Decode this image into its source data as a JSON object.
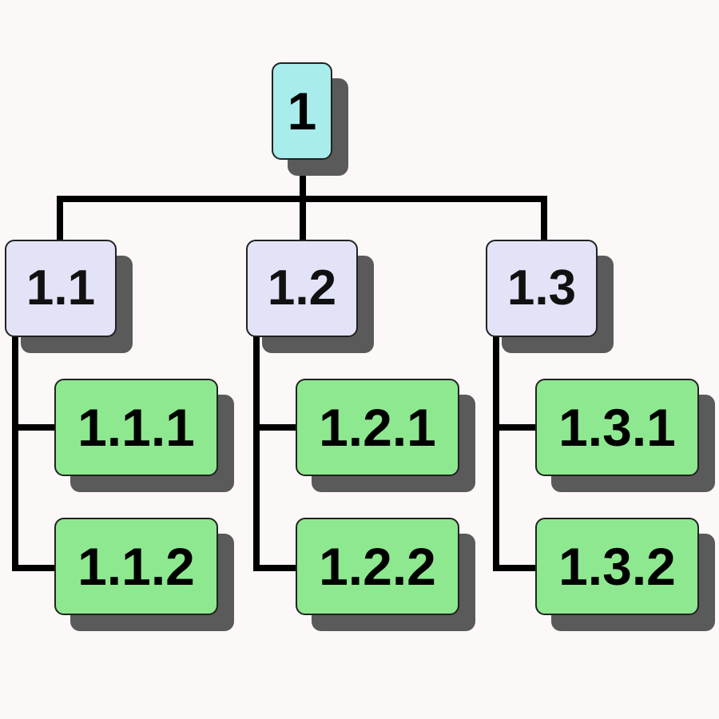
{
  "colors": {
    "background": "#fdf8f8",
    "root_fill": "#a8ecec",
    "branch_fill": "#e2e3f6",
    "leaf_fill": "#8ee890",
    "shadow": "#5a5a5a",
    "connector": "#000000"
  },
  "tree": {
    "root": {
      "label": "1"
    },
    "branches": [
      {
        "label": "1.1",
        "children": [
          {
            "label": "1.1.1"
          },
          {
            "label": "1.1.2"
          }
        ]
      },
      {
        "label": "1.2",
        "children": [
          {
            "label": "1.2.1"
          },
          {
            "label": "1.2.2"
          }
        ]
      },
      {
        "label": "1.3",
        "children": [
          {
            "label": "1.3.1"
          },
          {
            "label": "1.3.2"
          }
        ]
      }
    ]
  }
}
